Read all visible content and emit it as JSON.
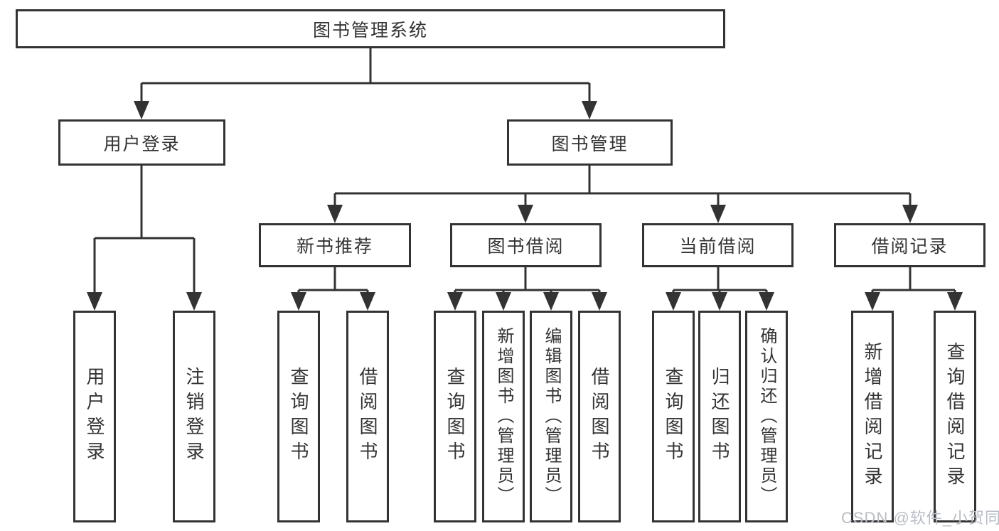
{
  "diagram": {
    "root": {
      "label": "图书管理系统"
    },
    "branches": [
      {
        "label": "用户登录",
        "children": [
          {
            "label": "用户登录"
          },
          {
            "label": "注销登录"
          }
        ]
      },
      {
        "label": "图书管理",
        "sections": [
          {
            "label": "新书推荐",
            "children": [
              {
                "label": "查询图书"
              },
              {
                "label": "借阅图书"
              }
            ]
          },
          {
            "label": "图书借阅",
            "children": [
              {
                "label": "查询图书"
              },
              {
                "label": "新增图书（管理员）"
              },
              {
                "label": "编辑图书（管理员）"
              },
              {
                "label": "借阅图书"
              }
            ]
          },
          {
            "label": "当前借阅",
            "children": [
              {
                "label": "查询图书"
              },
              {
                "label": "归还图书"
              },
              {
                "label": "确认归还（管理员）"
              }
            ]
          },
          {
            "label": "借阅记录",
            "children": [
              {
                "label": "新增借阅记录"
              },
              {
                "label": "查询借阅记录"
              }
            ]
          }
        ]
      }
    ],
    "watermark": "CSDN @软件_小贺同学",
    "colors": {
      "line": "#333333",
      "text": "#333333",
      "watermark": "#b9bdc4",
      "background": "#ffffff"
    }
  }
}
